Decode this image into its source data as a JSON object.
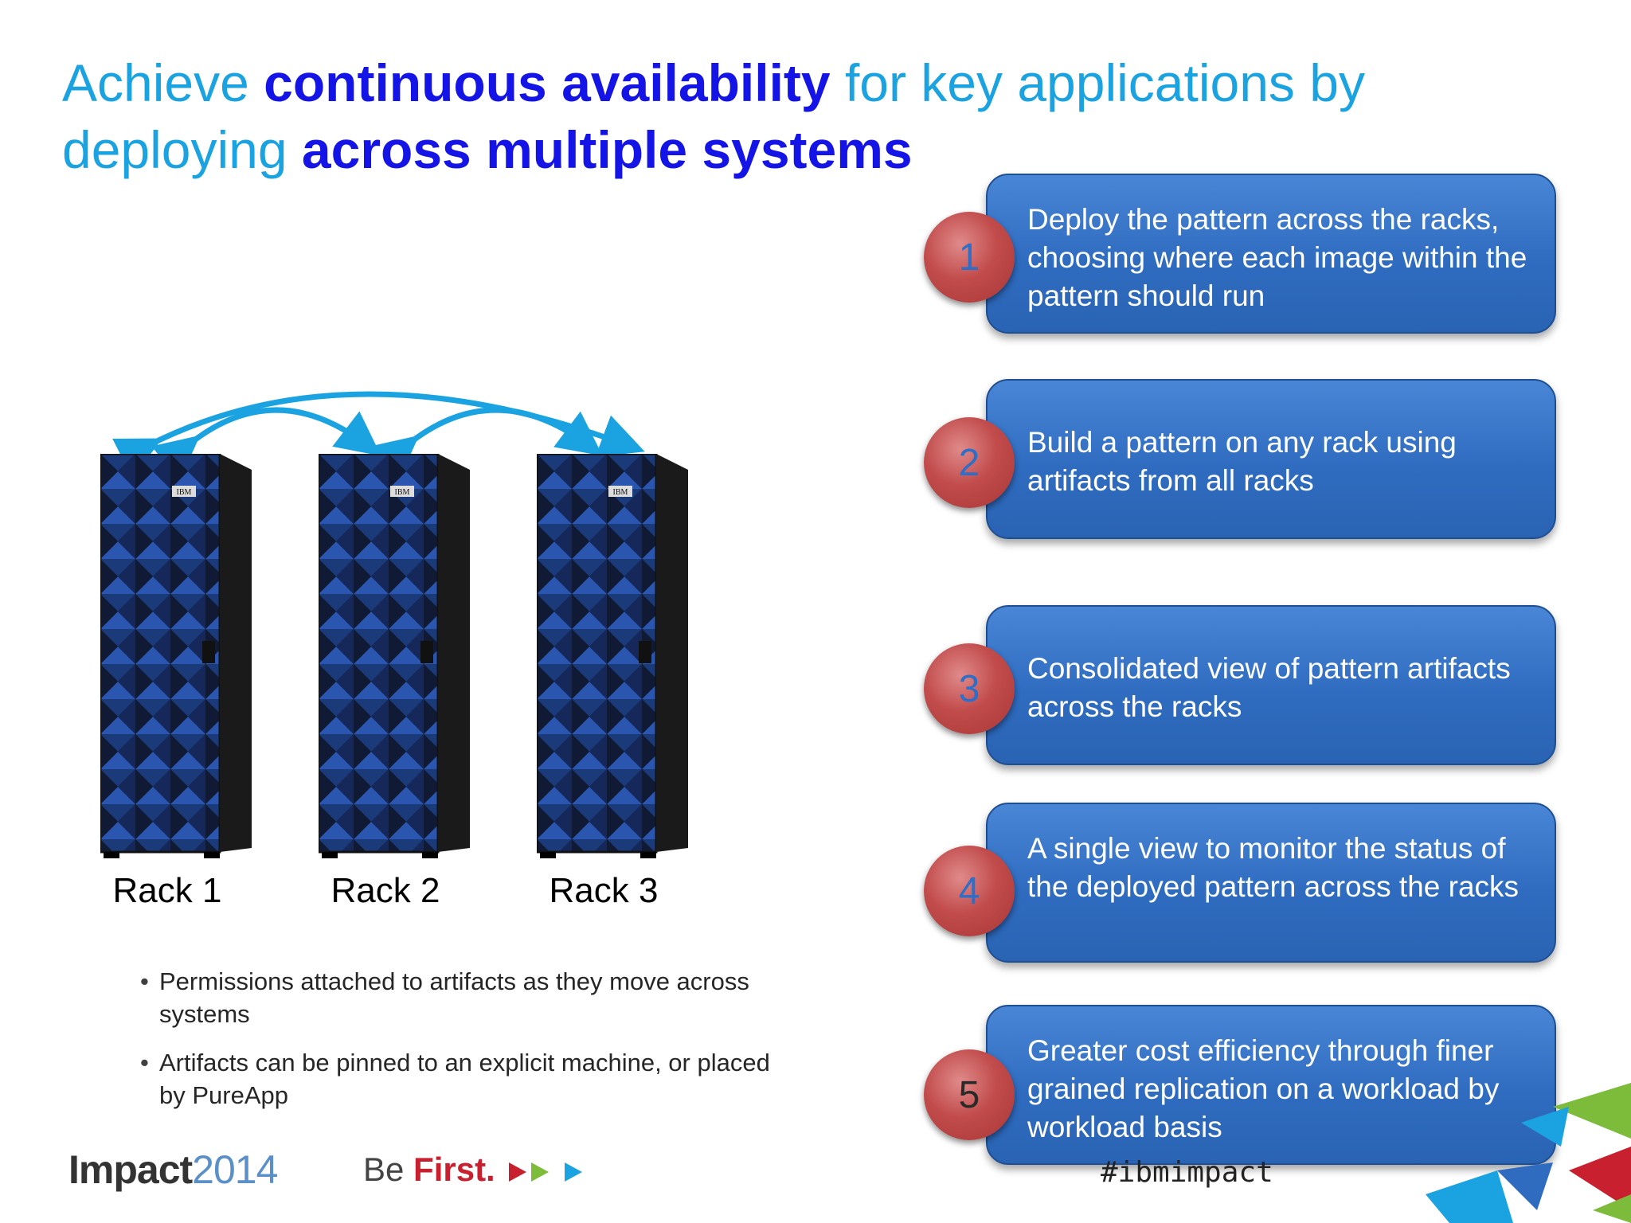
{
  "title": {
    "part1": "Achieve ",
    "em1": "continuous availability",
    "part2": " for key applications by",
    "part3": "deploying ",
    "em2": "across multiple systems"
  },
  "racks": [
    {
      "label": "Rack 1",
      "brand": "IBM"
    },
    {
      "label": "Rack 2",
      "brand": "IBM"
    },
    {
      "label": "Rack 3",
      "brand": "IBM"
    }
  ],
  "bullets": [
    "Permissions attached to artifacts as they move across systems",
    "Artifacts can be pinned to an explicit machine, or placed by PureApp"
  ],
  "steps": [
    {
      "number": "1",
      "text": "Deploy the pattern across the racks, choosing where each image within the pattern should run"
    },
    {
      "number": "2",
      "text": "Build a pattern on any rack using artifacts from all racks"
    },
    {
      "number": "3",
      "text": "Consolidated view of pattern artifacts across the racks"
    },
    {
      "number": "4",
      "text": "A single view to monitor the status of the deployed pattern across the racks"
    },
    {
      "number": "5",
      "text": "Greater cost efficiency through finer grained replication on a workload by workload basis"
    }
  ],
  "footer": {
    "impact": "Impact",
    "year": "2014",
    "be": "Be ",
    "first": "First.",
    "hashtag": "#ibmimpact"
  },
  "colors": {
    "title_light": "#1aa3e0",
    "title_emphasis": "#1414e6",
    "box_blue": "#3a76c9",
    "circle_red": "#b84444",
    "step_number_1_3": "#2d6fc8",
    "step_number_4": "#2d6fc8",
    "step_number_5": "#2a2a2a",
    "arrow": "#1aa3e0"
  }
}
